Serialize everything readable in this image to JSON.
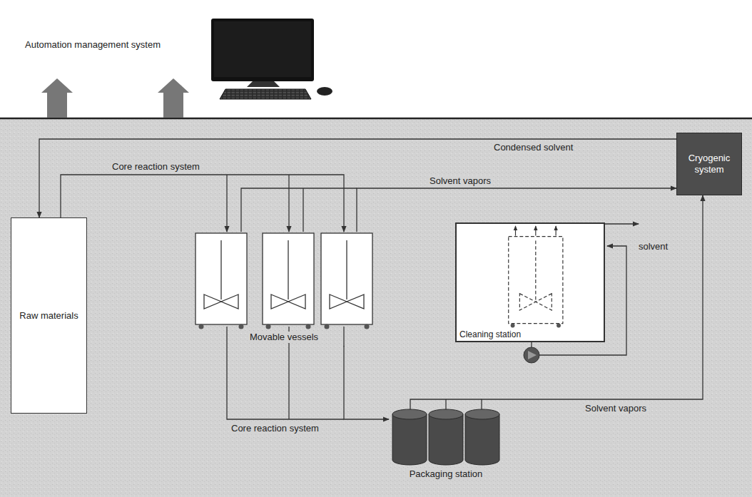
{
  "diagram": {
    "nodes": [
      {
        "text": [
          "Raw materials"
        ]
      },
      {
        "text": [
          "Movable vessels"
        ]
      },
      {
        "text": [
          "Cleaning station"
        ]
      },
      {
        "text": [
          "Packaging station"
        ]
      },
      {
        "text": [
          "Cryogenic system"
        ]
      }
    ],
    "edges": [
      {
        "from": 0,
        "to": 1,
        "label": "Core reaction system",
        "arrow": "to"
      },
      {
        "from": 1,
        "to": 4,
        "label": "Solvent vapors",
        "arrow": "to"
      },
      {
        "from": 4,
        "to": 0,
        "label": "Condensed solvent",
        "arrow": "to"
      },
      {
        "from": 1,
        "to": 3,
        "label": "Core reaction system",
        "arrow": "to"
      },
      {
        "from": 3,
        "to": 4,
        "label": "Solvent vapors",
        "arrow": "to"
      }
    ],
    "labels": [
      "Automation management system",
      "solvent"
    ]
  }
}
